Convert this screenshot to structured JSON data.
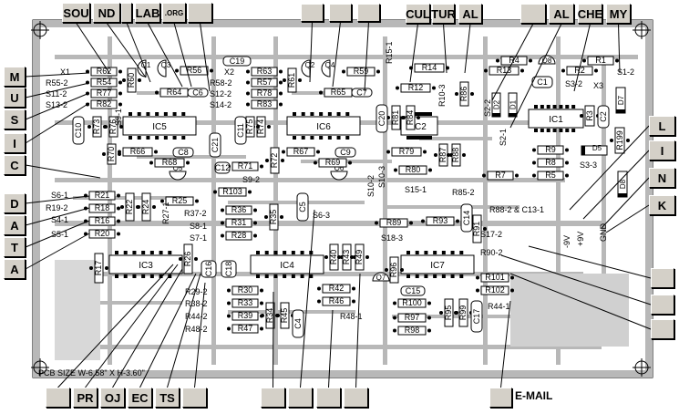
{
  "nav_top": [
    {
      "label": "SOU"
    },
    {
      "label": "ND"
    },
    {
      "label": ""
    },
    {
      "label": "LAB"
    },
    {
      "label": ".ORG"
    },
    {
      "label": ""
    },
    {
      "label": ""
    },
    {
      "label": ""
    },
    {
      "label": ""
    },
    {
      "label": "CUL"
    },
    {
      "label": "TUR"
    },
    {
      "label": "AL"
    },
    {
      "label": ""
    },
    {
      "label": "AL"
    },
    {
      "label": "CHE"
    },
    {
      "label": "MY"
    }
  ],
  "nav_left": [
    {
      "label": "M"
    },
    {
      "label": "U"
    },
    {
      "label": "S"
    },
    {
      "label": "I"
    },
    {
      "label": "C"
    },
    {
      "label": "D"
    },
    {
      "label": "A"
    },
    {
      "label": "T"
    },
    {
      "label": "A"
    }
  ],
  "nav_right": [
    {
      "label": "L"
    },
    {
      "label": "I"
    },
    {
      "label": "N"
    },
    {
      "label": "K"
    },
    {
      "label": ""
    },
    {
      "label": ""
    },
    {
      "label": ""
    }
  ],
  "nav_bottom": [
    {
      "label": ""
    },
    {
      "label": "PR"
    },
    {
      "label": "OJ"
    },
    {
      "label": "EC"
    },
    {
      "label": "TS"
    },
    {
      "label": ""
    },
    {
      "label": ""
    },
    {
      "label": ""
    },
    {
      "label": ""
    },
    {
      "label": ""
    },
    {
      "label": ""
    }
  ],
  "email_label": "E-MAIL",
  "pcb_size_text": "PCB SIZE W-6.58\" X H-3.60\"",
  "ics": [
    "IC5",
    "IC6",
    "IC2",
    "IC1",
    "IC3",
    "IC4",
    "IC7"
  ],
  "transistors": [
    "Q1",
    "Q3",
    "Q2",
    "Q4",
    "Q8",
    "Q5",
    "Q6",
    "Q7"
  ],
  "resistors": [
    "R62",
    "R54",
    "R77",
    "R82",
    "R56",
    "R64",
    "R63",
    "R57",
    "R78",
    "R83",
    "R65",
    "R59",
    "R14",
    "R12",
    "R13",
    "R4",
    "R1",
    "R2",
    "R3",
    "R199",
    "R9",
    "R8",
    "R5",
    "R7",
    "R66",
    "R68",
    "R71",
    "R103",
    "R72",
    "R67",
    "R69",
    "R79",
    "R80",
    "R87",
    "R88",
    "R21",
    "R18",
    "R16",
    "R20",
    "R22",
    "R24",
    "R25",
    "R36",
    "R31",
    "R28",
    "R35",
    "R89",
    "R93",
    "R91",
    "R17",
    "R26",
    "R40",
    "R43",
    "R49",
    "R96",
    "R30",
    "R33",
    "R39",
    "R47",
    "R34",
    "R45",
    "R42",
    "R46",
    "R100",
    "R97",
    "R98",
    "R95",
    "R99",
    "R101",
    "R102",
    "R60",
    "R61",
    "R70",
    "R73",
    "R74",
    "R75",
    "R76",
    "R81",
    "R84",
    "R86"
  ],
  "capacitors": [
    "C19",
    "C6",
    "C7",
    "C20",
    "C1",
    "C2",
    "C8",
    "C9",
    "C10",
    "C11",
    "C12",
    "C21",
    "C5",
    "C14",
    "C16",
    "C18",
    "C15",
    "C4",
    "C17"
  ],
  "diodes": [
    "D2",
    "D1",
    "D7",
    "D5",
    "D8"
  ],
  "misc_labels": [
    "X1",
    "X2",
    "X3",
    "S1-2",
    "S3-2",
    "S3-3",
    "S2-1",
    "S2-2",
    "S15-1",
    "S10-2",
    "S10-3",
    "S4-1",
    "S5-1",
    "S6-1",
    "S6-3",
    "S7-1",
    "S8-1",
    "S9-1",
    "S9-2",
    "S11-2",
    "S12-2",
    "S13-2",
    "S14-2",
    "S17-2",
    "S18-3",
    "R10-3",
    "R15-1",
    "R19-2",
    "R27-1",
    "R29-2",
    "R37-2",
    "R38-2",
    "R44-1",
    "R44-2",
    "R48-1",
    "R48-2",
    "R55-2",
    "R58-2",
    "R85-2",
    "R88-2 & C13-1",
    "R90-2",
    "-9V",
    "+9V",
    "GND"
  ]
}
